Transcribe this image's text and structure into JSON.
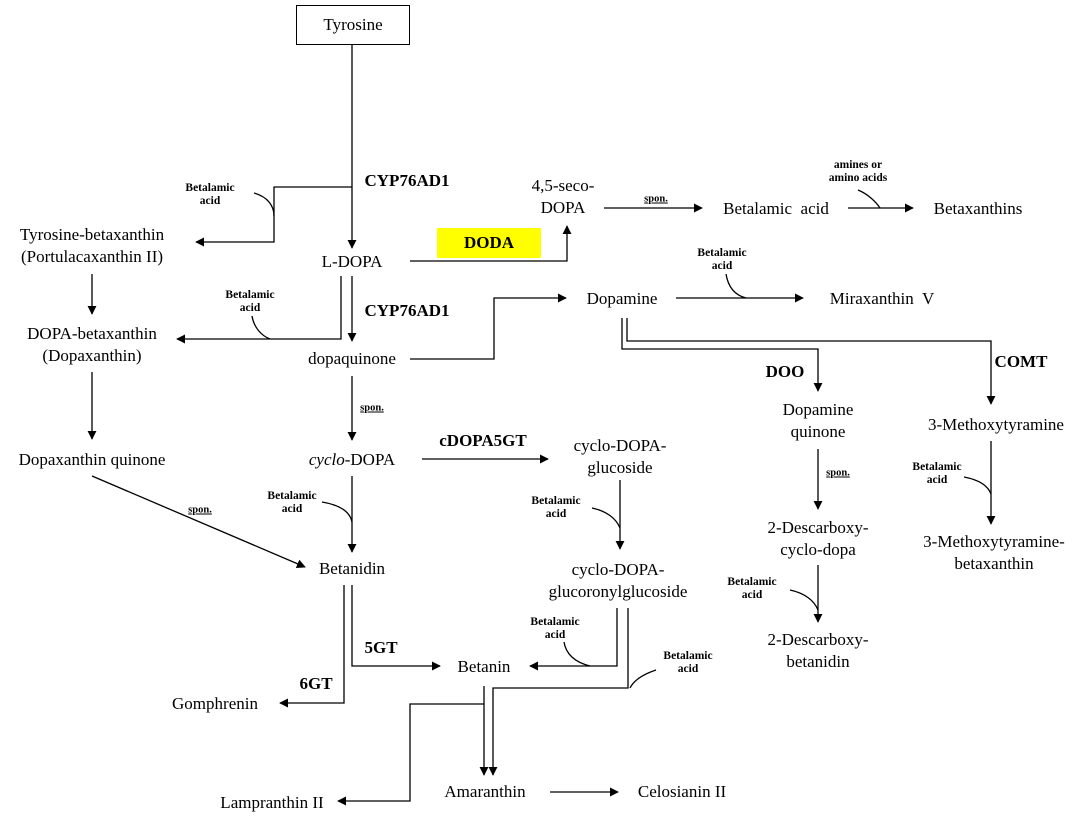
{
  "nodes": {
    "tyrosine": "Tyrosine",
    "ldopa": "L-DOPA",
    "seco_dopa": [
      "4,5-seco-",
      "DOPA"
    ],
    "betalamic_acid": "Betalamic  acid",
    "betaxanthins": "Betaxanthins",
    "tyrosine_betaxanthin": [
      "Tyrosine-betaxanthin",
      "(Portulacaxanthin II)"
    ],
    "dopa_betaxanthin": [
      "DOPA-betaxanthin",
      "(Dopaxanthin)"
    ],
    "dopaxanthin_quinone": "Dopaxanthin quinone",
    "dopaquinone": "dopaquinone",
    "dopamine": "Dopamine",
    "miraxanthin": "Miraxanthin  V",
    "cyclo_dopa": {
      "italic": "cyclo",
      "rest": "-DOPA"
    },
    "cyclo_dopa_glucoside": [
      "cyclo-DOPA-",
      "glucoside"
    ],
    "dopamine_quinone": [
      "Dopamine",
      "quinone"
    ],
    "methoxytyramine": "3-Methoxytyramine",
    "betanidin": "Betanidin",
    "cyclo_dopa_glucoronylglucoside": [
      "cyclo-DOPA-",
      "glucoronylglucoside"
    ],
    "descarboxy_cyclo_dopa": [
      "2-Descarboxy-",
      "cyclo-dopa"
    ],
    "methoxytyramine_betaxanthin": [
      "3-Methoxytyramine-",
      "betaxanthin"
    ],
    "descarboxy_betanidin": [
      "2-Descarboxy-",
      "betanidin"
    ],
    "betanin": "Betanin",
    "gomphrenin": "Gomphrenin",
    "amaranthin": "Amaranthin",
    "celosianin": "Celosianin II",
    "lampranthin": "Lampranthin II"
  },
  "enzymes": {
    "cyp76ad1_a": "CYP76AD1",
    "cyp76ad1_b": "CYP76AD1",
    "doda": "DODA",
    "doo": "DOO",
    "comt": "COMT",
    "cdopa5gt": "cDOPA5GT",
    "gt5": "5GT",
    "gt6": "6GT"
  },
  "cofactors": {
    "betalamic": [
      "Betalamic",
      "acid"
    ],
    "amines": [
      "amines or",
      "amino acids"
    ]
  },
  "spontaneous_label": "spon.",
  "colors": {
    "highlight": "#ffff00",
    "ink": "#000000"
  }
}
